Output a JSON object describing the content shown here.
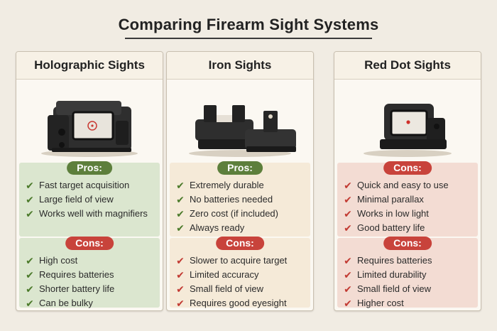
{
  "title": "Comparing Firearm Sight Systems",
  "columns": [
    {
      "heading": "Holographic Sights",
      "illustration": "holographic-sight-image",
      "top_label": "Pros:",
      "top_items": [
        "Fast target acquisition",
        "Large field of view",
        "Works well with magnifiers"
      ],
      "bottom_label": "Cons:",
      "bottom_items": [
        "High cost",
        "Requires batteries",
        "Shorter battery life",
        "Can be bulky"
      ]
    },
    {
      "heading": "Iron Sights",
      "illustration": "iron-sights-image",
      "top_label": "Pros:",
      "top_items": [
        "Extremely durable",
        "No batteries needed",
        "Zero cost (if included)",
        "Always ready"
      ],
      "bottom_label": "Cons:",
      "bottom_items": [
        "Slower to acquire target",
        "Limited accuracy",
        "Small field of view",
        "Requires good eyesight"
      ]
    },
    {
      "heading": "Red Dot Sights",
      "illustration": "red-dot-sight-image",
      "top_label": "Cons:",
      "top_items": [
        "Quick and easy to use",
        "Minimal parallax",
        "Works in low light",
        "Good battery life"
      ],
      "bottom_label": "Cons:",
      "bottom_items": [
        "Requires batteries",
        "Limited durability",
        "Small field of view",
        "Higher cost"
      ]
    }
  ],
  "colors": {
    "pros_green": "#5d7f3c",
    "cons_red": "#c8433b",
    "check_green": "#4b7a2a",
    "check_red": "#c23a32"
  },
  "icons": {
    "check": "check-icon"
  }
}
